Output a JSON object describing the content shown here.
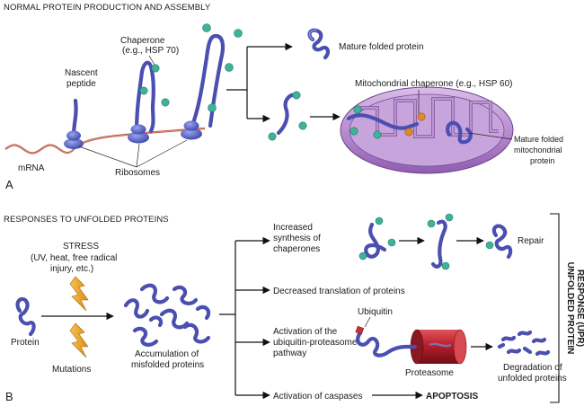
{
  "panel_a": {
    "header": "NORMAL PROTEIN PRODUCTION AND ASSEMBLY",
    "letter": "A",
    "labels": {
      "nascent_line1": "Nascent",
      "nascent_line2": "peptide",
      "chaperone_line1": "Chaperone",
      "chaperone_line2": "(e.g., HSP 70)",
      "mature_folded": "Mature folded protein",
      "mito_chaperone": "Mitochondrial chaperone (e.g., HSP 60)",
      "mrna": "mRNA",
      "ribosomes": "Ribosomes",
      "mito_protein_line1": "Mature folded",
      "mito_protein_line2": "mitochondrial",
      "mito_protein_line3": "protein"
    }
  },
  "panel_b": {
    "header": "RESPONSES TO UNFOLDED PROTEINS",
    "letter": "B",
    "labels": {
      "stress_title": "STRESS",
      "stress_line1": "(UV, heat, free radical",
      "stress_line2": "injury, etc.)",
      "protein": "Protein",
      "mutations": "Mutations",
      "accum_line1": "Accumulation of",
      "accum_line2": "misfolded proteins",
      "synth_line1": "Increased",
      "synth_line2": "synthesis of",
      "synth_line3": "chaperones",
      "repair": "Repair",
      "decreased_translation": "Decreased translation of proteins",
      "ubiquitin": "Ubiquitin",
      "ups_line1": "Activation of the",
      "ups_line2": "ubiquitin-proteasome",
      "ups_line3": "pathway",
      "proteasome": "Proteasome",
      "degr_line1": "Degradation of",
      "degr_line2": "unfolded proteins",
      "caspases": "Activation of caspases",
      "apoptosis": "APOPTOSIS",
      "upr_line1": "UNFOLDED PROTEIN",
      "upr_line2": "RESPONSE (UPR)"
    }
  },
  "colors": {
    "protein_chain": "#4a4fb0",
    "chaperone_ball": "#3fb39a",
    "mito_chaperone_ball": "#e08a2c",
    "mitochondrion": "#b98fd0",
    "mrna": "#b5533d",
    "ribosome": "#5a66c8",
    "proteasome": "#b81f2a",
    "stress_bolt": "#e8a12a"
  }
}
